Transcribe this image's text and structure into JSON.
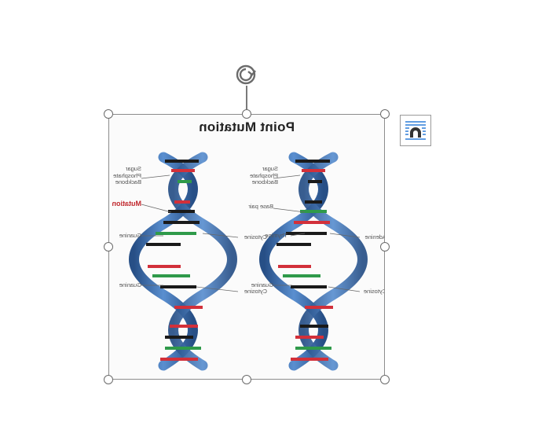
{
  "image": {
    "title": "Point Mutation",
    "labels": {
      "backbone_left": "Sugar\nPhosphate\nBackbone",
      "backbone_right": "Sugar\nPhosphate\nBackbone",
      "mutation": "Mutation",
      "base_pair": "Base pair",
      "guanine_left_1": "Guanine",
      "cytosine_left_1": "Cytosine",
      "thymine": "Thymine",
      "adenine": "Adenine",
      "guanine_left_2": "Guanine",
      "cytosine_left_2": "Cytosine",
      "guanine_right": "Guanine",
      "cytosine_right": "Cytosine"
    }
  },
  "colors": {
    "helix": "#3a6fb3",
    "helix_dark": "#274f86",
    "rung_red": "#d2303a",
    "rung_green": "#2f9a4a",
    "rung_black": "#1a1a1a",
    "mutation_label": "#c0272d"
  },
  "icons": {
    "rotate": "rotate-handle-icon",
    "layout": "layout-options-icon"
  }
}
